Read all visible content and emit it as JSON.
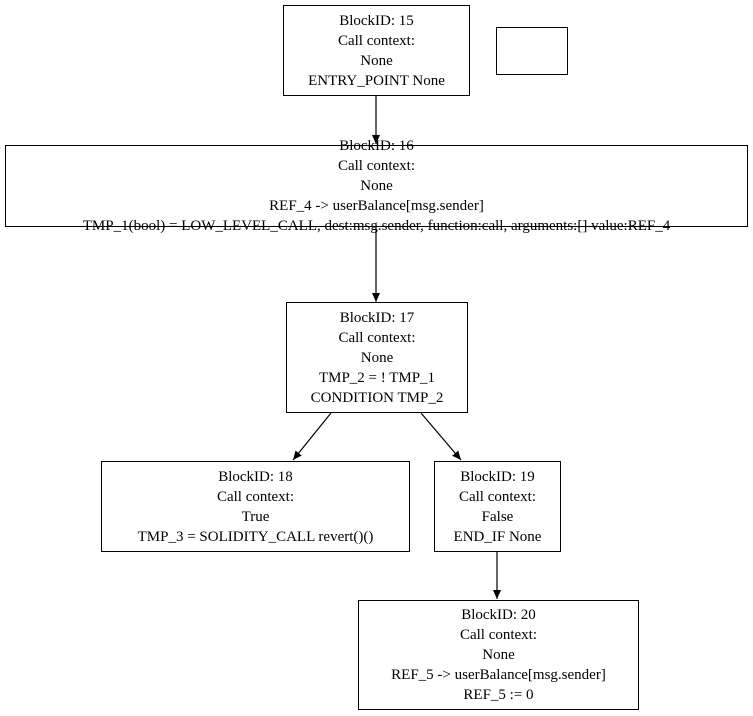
{
  "nodes": {
    "b15": {
      "block_id": "BlockID: 15",
      "context_label": "Call context:",
      "context_value": "None",
      "statements": [
        "ENTRY_POINT None"
      ]
    },
    "b16": {
      "block_id": "BlockID: 16",
      "context_label": "Call context:",
      "context_value": "None",
      "statements": [
        "REF_4 -> userBalance[msg.sender]",
        "TMP_1(bool) = LOW_LEVEL_CALL, dest:msg.sender, function:call, arguments:[] value:REF_4"
      ]
    },
    "b17": {
      "block_id": "BlockID: 17",
      "context_label": "Call context:",
      "context_value": "None",
      "statements": [
        "TMP_2 = ! TMP_1",
        "CONDITION TMP_2"
      ]
    },
    "b18": {
      "block_id": "BlockID: 18",
      "context_label": "Call context:",
      "context_value": "True",
      "statements": [
        "TMP_3 = SOLIDITY_CALL revert()()"
      ]
    },
    "b19": {
      "block_id": "BlockID: 19",
      "context_label": "Call context:",
      "context_value": "False",
      "statements": [
        "END_IF None"
      ]
    },
    "b20": {
      "block_id": "BlockID: 20",
      "context_label": "Call context:",
      "context_value": "None",
      "statements": [
        "REF_5 -> userBalance[msg.sender]",
        "REF_5 := 0"
      ]
    }
  },
  "edges": [
    {
      "from": "b15",
      "to": "b16"
    },
    {
      "from": "b16",
      "to": "b17"
    },
    {
      "from": "b17",
      "to": "b18"
    },
    {
      "from": "b17",
      "to": "b19"
    },
    {
      "from": "b19",
      "to": "b20"
    }
  ]
}
